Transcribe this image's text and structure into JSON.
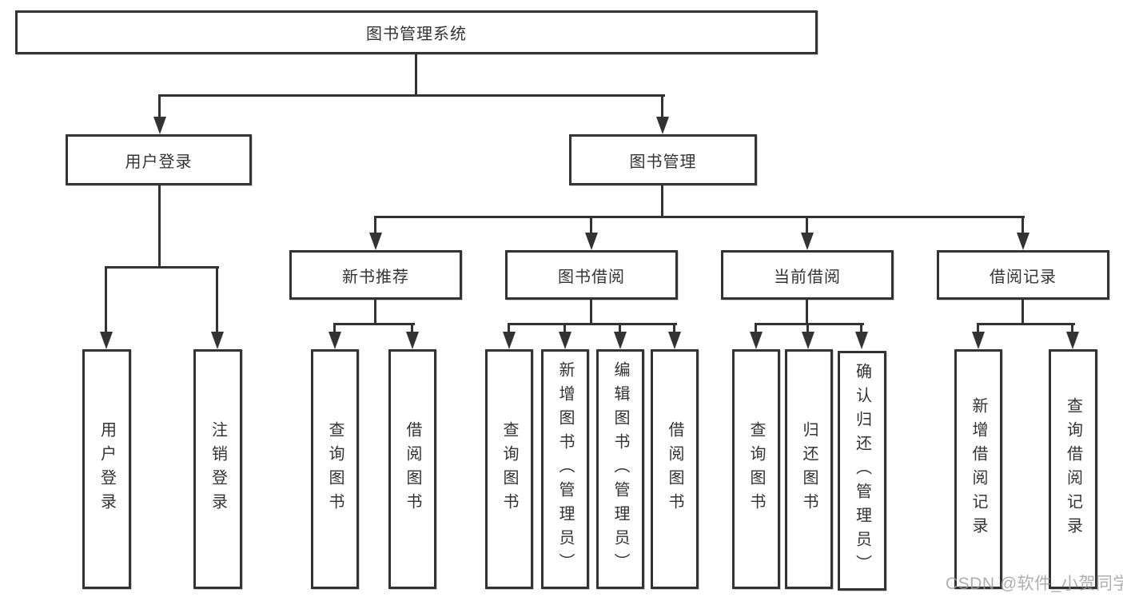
{
  "title": "图书管理系统",
  "watermark": "CSDN @软件_小贺同学",
  "colors": {
    "line": "#333333",
    "text": "#333333",
    "background": "#ffffff",
    "watermark_gray": "#9b9b9b"
  },
  "tree": {
    "root": "图书管理系统",
    "branches": [
      {
        "label": "用户登录",
        "children": [
          "用户登录",
          "注销登录"
        ]
      },
      {
        "label": "图书管理",
        "sections": [
          {
            "label": "新书推荐",
            "children": [
              "查询图书",
              "借阅图书"
            ]
          },
          {
            "label": "图书借阅",
            "children": [
              "查询图书",
              "新增图书（管理员）",
              "编辑图书（管理员）",
              "借阅图书"
            ]
          },
          {
            "label": "当前借阅",
            "children": [
              "查询图书",
              "归还图书",
              "确认归还（管理员）"
            ]
          },
          {
            "label": "借阅记录",
            "children": [
              "新增借阅记录",
              "查询借阅记录"
            ]
          }
        ]
      }
    ]
  }
}
